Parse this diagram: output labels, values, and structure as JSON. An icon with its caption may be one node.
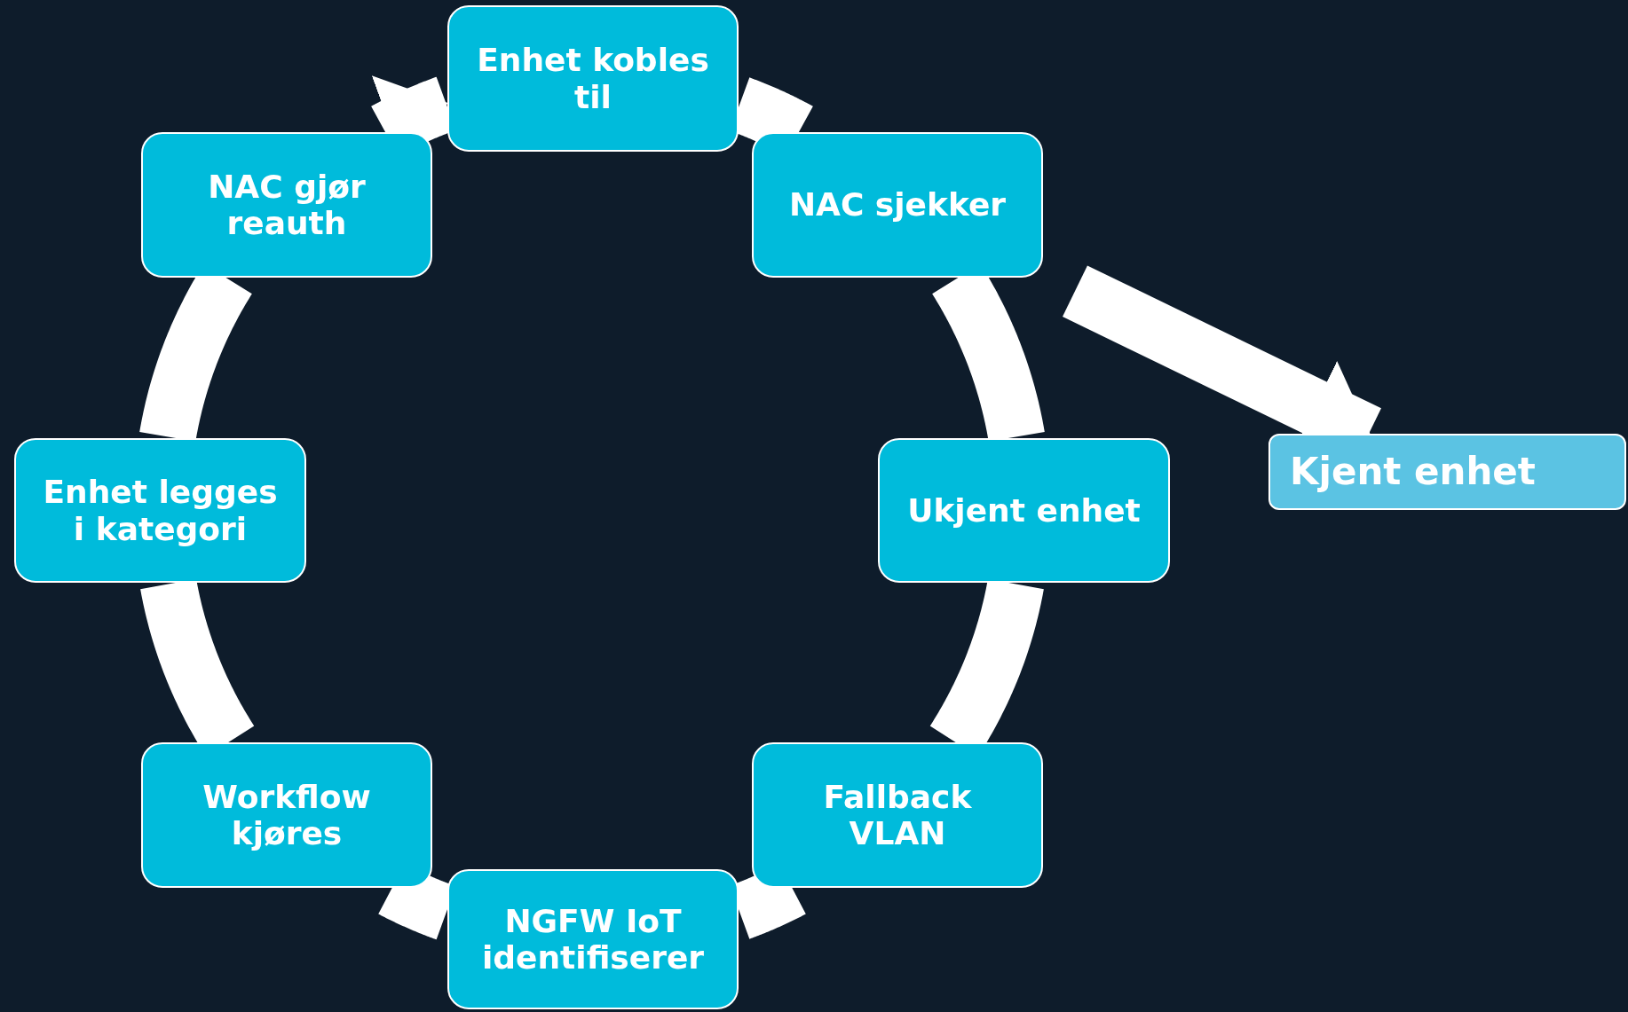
{
  "diagram": {
    "nodes": [
      {
        "text": [
          "Enhet kobles til"
        ]
      },
      {
        "text": [
          "NAC sjekker"
        ]
      },
      {
        "text": [
          "Ukjent enhet"
        ]
      },
      {
        "text": [
          "Fallback VLAN"
        ]
      },
      {
        "text": [
          "NGFW IoT identifiserer"
        ]
      },
      {
        "text": [
          "Workflow kjøres"
        ]
      },
      {
        "text": [
          "Enhet legges i kategori"
        ]
      },
      {
        "text": [
          "NAC gjør reauth"
        ]
      },
      {
        "text": [
          "Kjent enhet"
        ]
      }
    ],
    "edges": [
      {
        "from": 0,
        "to": 1,
        "arrow": "none"
      },
      {
        "from": 1,
        "to": 2,
        "arrow": "none"
      },
      {
        "from": 2,
        "to": 3,
        "arrow": "none"
      },
      {
        "from": 3,
        "to": 4,
        "arrow": "none"
      },
      {
        "from": 4,
        "to": 5,
        "arrow": "none"
      },
      {
        "from": 5,
        "to": 6,
        "arrow": "none"
      },
      {
        "from": 6,
        "to": 7,
        "arrow": "none"
      },
      {
        "from": 7,
        "to": 0,
        "arrow": "to"
      },
      {
        "from": 1,
        "to": 8,
        "arrow": "to"
      }
    ]
  }
}
